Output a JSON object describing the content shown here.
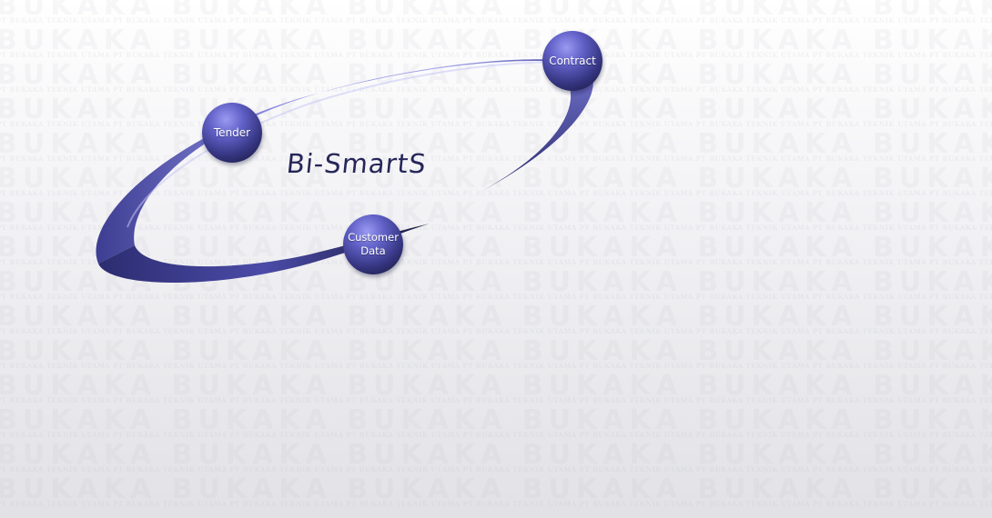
{
  "brand": {
    "name": "Bi-SmartS"
  },
  "nodes": {
    "tender": {
      "label": "Tender"
    },
    "contract": {
      "label": "Contract"
    },
    "customer_data": {
      "line1": "Customer",
      "line2": "Data"
    }
  },
  "background": {
    "watermark_word": "BUKAKA",
    "watermark_tagline": "PT BUKAKA TEKNIK UTAMA"
  },
  "colors": {
    "orbit": "#6b6bc8",
    "orbit_dark": "#2e2e74",
    "node": "#4a4aaa",
    "title": "#26265a"
  }
}
